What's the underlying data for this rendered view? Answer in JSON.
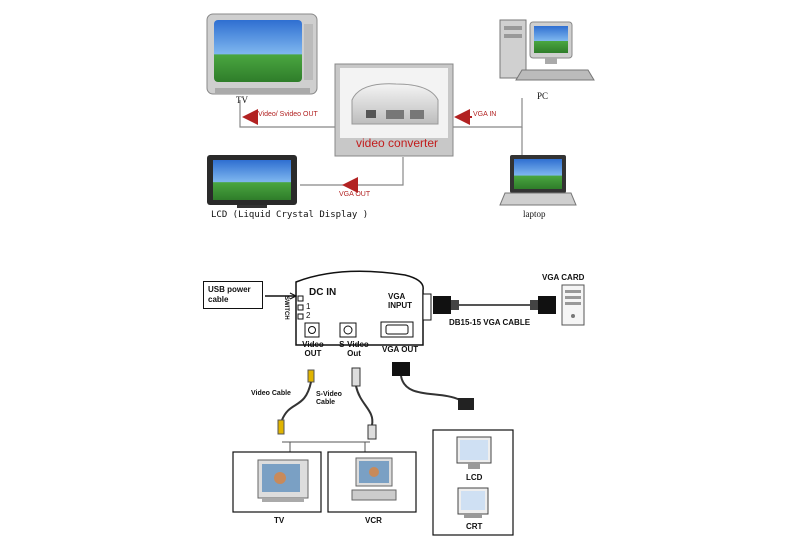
{
  "top": {
    "tv_label": "TV",
    "pc_label": "PC",
    "laptop_label": "laptop",
    "lcd_label": "LCD (Liquid Crystal Display )",
    "converter_label": "video converter",
    "video_out_arrow": "Video/ Svideo OUT",
    "vga_in_arrow": "VGA IN",
    "vga_out_arrow": "VGA OUT"
  },
  "bottom": {
    "usb_box": "USB power cable",
    "dc_in": "DC IN",
    "switch_label": "SWITCH",
    "switch_1": "1",
    "switch_2": "2",
    "vga_input": "VGA INPUT",
    "vga_card": "VGA CARD",
    "cable_label": "DB15-15 VGA CABLE",
    "video_out": "Video OUT",
    "svideo_out": "S-Video Out",
    "vga_out": "VGA OUT",
    "video_cable": "Video Cable",
    "svideo_cable": "S-Video Cable",
    "tv": "TV",
    "vcr": "VCR",
    "lcd": "LCD",
    "crt": "CRT"
  },
  "colors": {
    "arrow_red": "#b22222",
    "sky": "#3a7bd5",
    "grass": "#3fa33a",
    "device_gray": "#d9d9d9"
  }
}
